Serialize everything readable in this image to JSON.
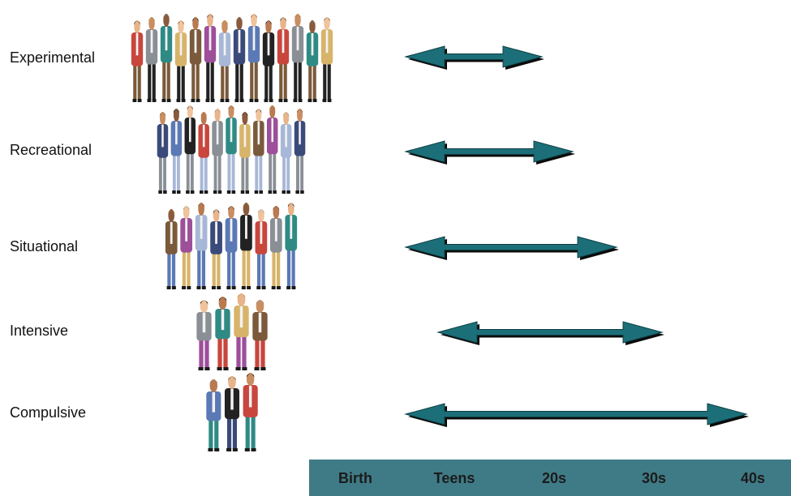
{
  "levels": [
    {
      "label": "Experimental",
      "people": 14
    },
    {
      "label": "Recreational",
      "people": 11
    },
    {
      "label": "Situational",
      "people": 9
    },
    {
      "label": "Intensive",
      "people": 4
    },
    {
      "label": "Compulsive",
      "people": 3
    }
  ],
  "timeline": {
    "ticks": [
      "Birth",
      "Teens",
      "20s",
      "30s",
      "40s"
    ]
  },
  "colors": {
    "arrow_fill": "#1c6f78",
    "arrow_shadow": "#0b0b0b",
    "timeline_bar": "#3f7b86",
    "people": [
      "#c9463d",
      "#3a4a7a",
      "#7a5a3a",
      "#8a8f96",
      "#5b79b5",
      "#9d4f9a",
      "#2f8a84",
      "#222222",
      "#a7b7d7",
      "#d7b46a"
    ]
  }
}
